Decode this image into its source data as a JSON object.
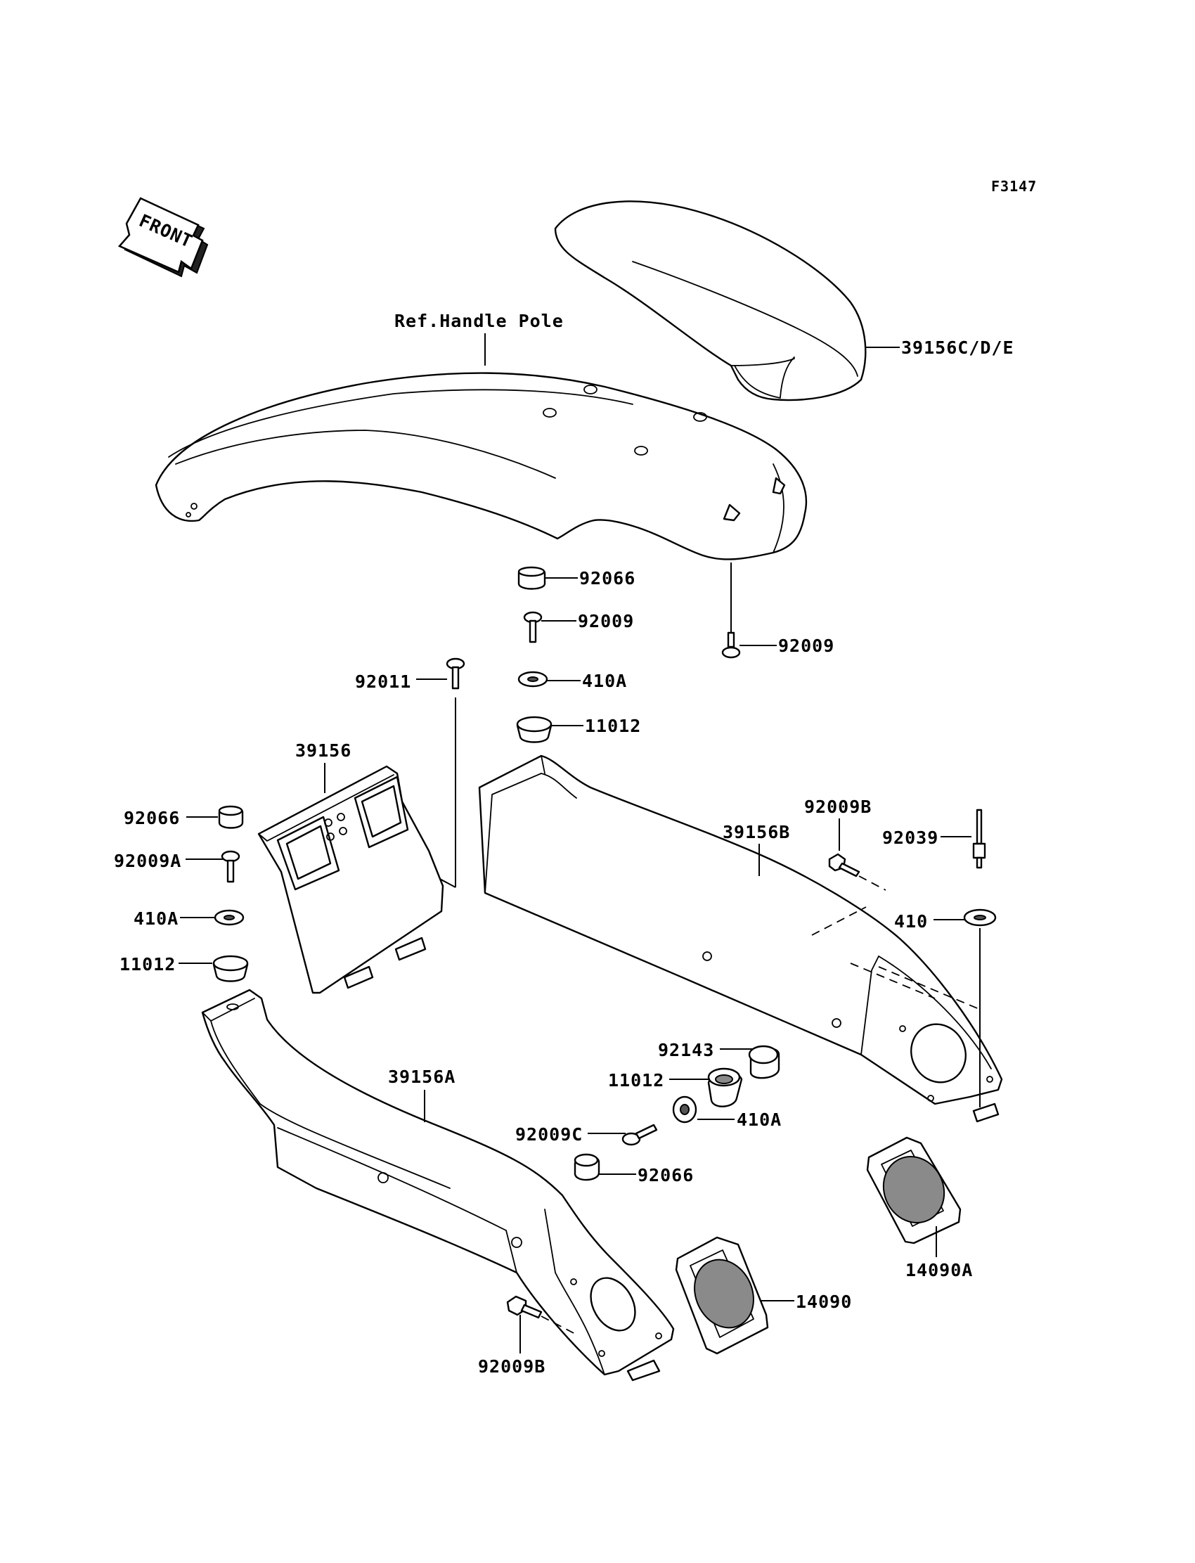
{
  "figure_code": "F3147",
  "front_label": "FRONT",
  "labels": {
    "seat": "39156C/D/E",
    "ref": "Ref.Handle Pole",
    "p92066_top": "92066",
    "p92009_top": "92009",
    "p410a_top": "410A",
    "p11012_top": "11012",
    "p92009_right": "92009",
    "p92011": "92011",
    "p39156": "39156",
    "p92066_left": "92066",
    "p92009a": "92009A",
    "p410a_left": "410A",
    "p11012_left": "11012",
    "p92009b_top": "92009B",
    "p39156b": "39156B",
    "p92039": "92039",
    "p410": "410",
    "p92143": "92143",
    "p11012_mid": "11012",
    "p410a_mid": "410A",
    "p92009c": "92009C",
    "p92066_mid": "92066",
    "p39156a": "39156A",
    "p14090a": "14090A",
    "p14090": "14090",
    "p92009b_bottom": "92009B"
  }
}
